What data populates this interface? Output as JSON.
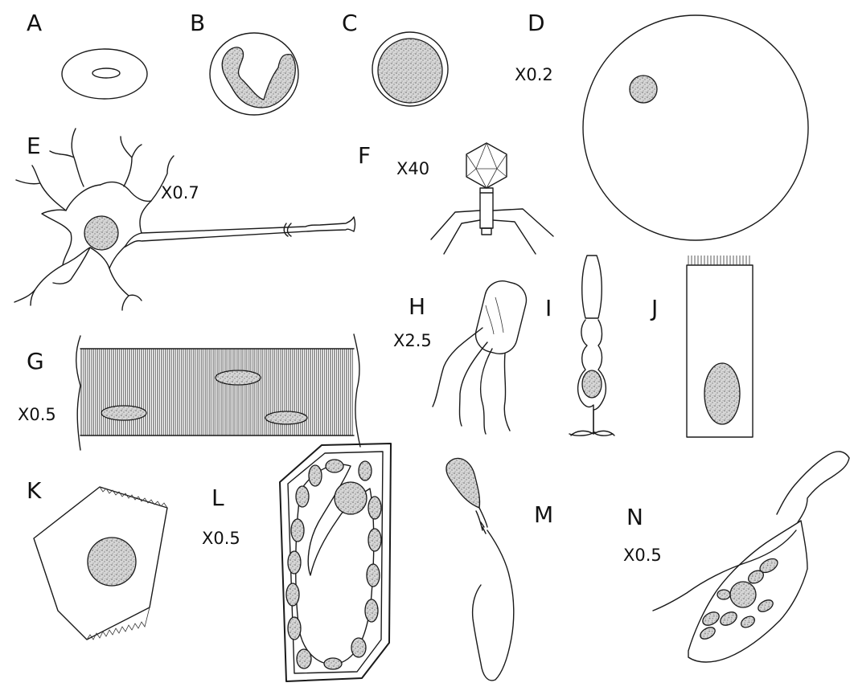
{
  "cells": [
    {
      "letter": "A",
      "scale": ""
    },
    {
      "letter": "B",
      "scale": ""
    },
    {
      "letter": "C",
      "scale": ""
    },
    {
      "letter": "D",
      "scale": "X0.2"
    },
    {
      "letter": "E",
      "scale": "X0.7"
    },
    {
      "letter": "F",
      "scale": "X40"
    },
    {
      "letter": "G",
      "scale": "X0.5"
    },
    {
      "letter": "H",
      "scale": "X2.5"
    },
    {
      "letter": "I",
      "scale": ""
    },
    {
      "letter": "J",
      "scale": ""
    },
    {
      "letter": "K",
      "scale": ""
    },
    {
      "letter": "L",
      "scale": "X0.5"
    },
    {
      "letter": "M",
      "scale": ""
    },
    {
      "letter": "N",
      "scale": "X0.5"
    }
  ],
  "colors": {
    "ink": "#1a1a1a",
    "stipple": "#b9b9b9",
    "background": "#ffffff"
  }
}
